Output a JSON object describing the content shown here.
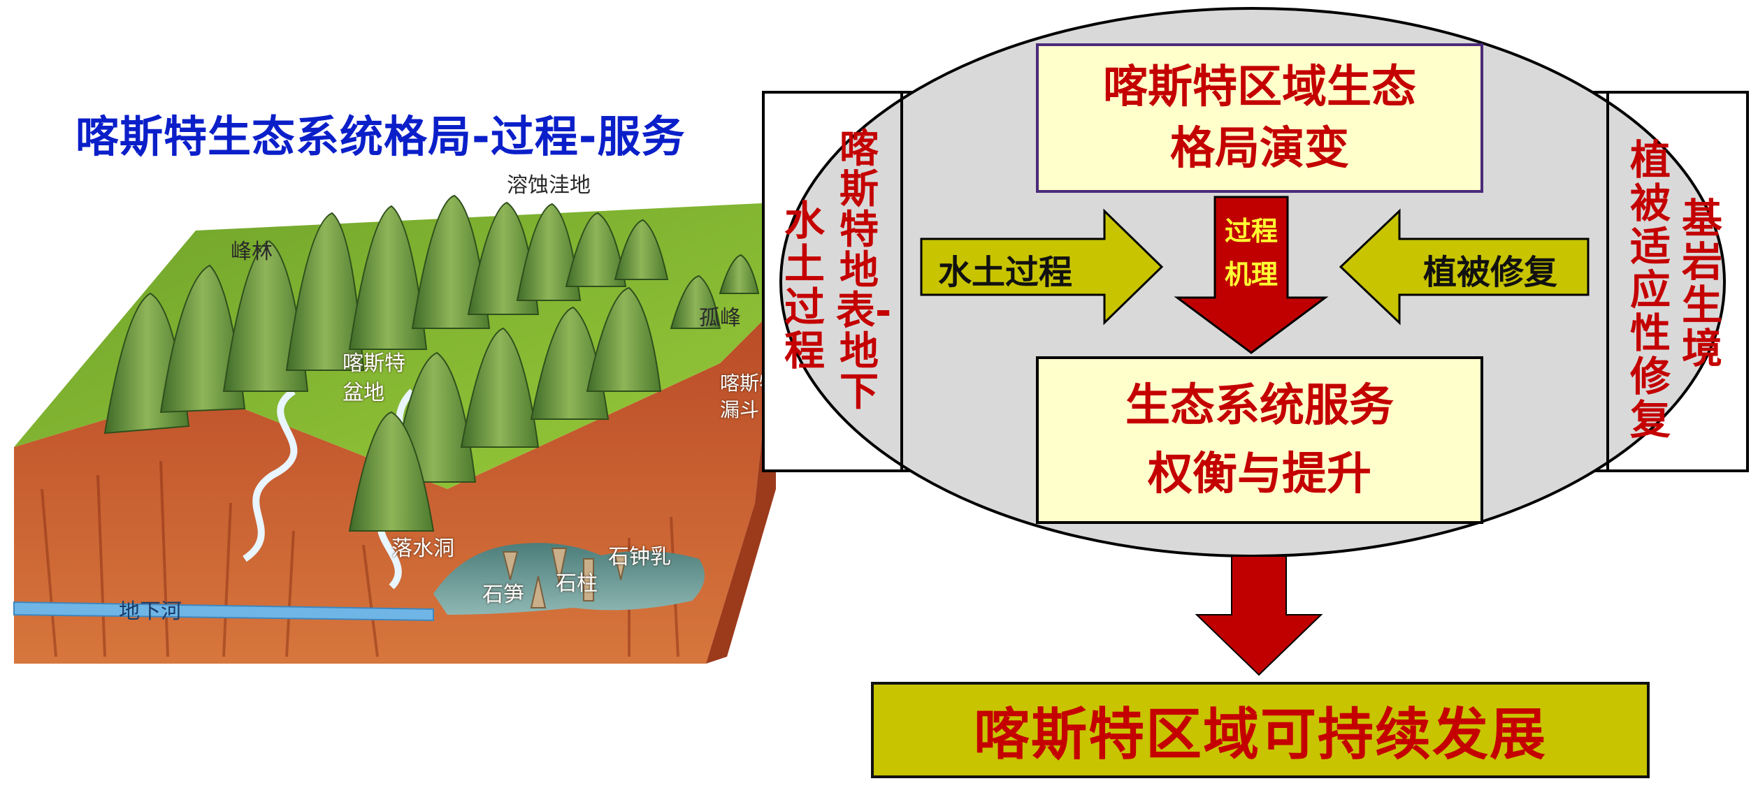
{
  "title": "喀斯特生态系统格局-过程-服务",
  "landscape_labels": {
    "peak_cluster": "峰林",
    "karst_depression": "溶蚀洼地",
    "isolated_peak": "孤峰",
    "karst_basin": "喀斯特\n盆地",
    "karst_funnel": "喀斯特\n漏斗",
    "sinkhole": "落水洞",
    "stalagmite": "石笋",
    "stone_pillar": "石柱",
    "stalactite": "石钟乳",
    "underground_river": "地下河"
  },
  "diagram": {
    "left_outer": "水土过程",
    "left_inner": "喀斯特地表-地下",
    "right_inner": "植被适应性修复",
    "right_outer": "基岩生境",
    "top_box": [
      "喀斯特区域生态",
      "格局演变"
    ],
    "bottom_box": [
      "生态系统服务",
      "权衡与提升"
    ],
    "left_arrow": "水土过程",
    "right_arrow": "植被修复",
    "center_arrow": [
      "过程",
      "机理"
    ],
    "final": "喀斯特区域可持续发展"
  },
  "colors": {
    "title": "#0b1fc9",
    "red_text": "#c40000",
    "yellow_box": "#ffffcc",
    "olive": "#c8c400",
    "ellipse": "#d9d9d9",
    "arrow_red": "#c00000"
  }
}
